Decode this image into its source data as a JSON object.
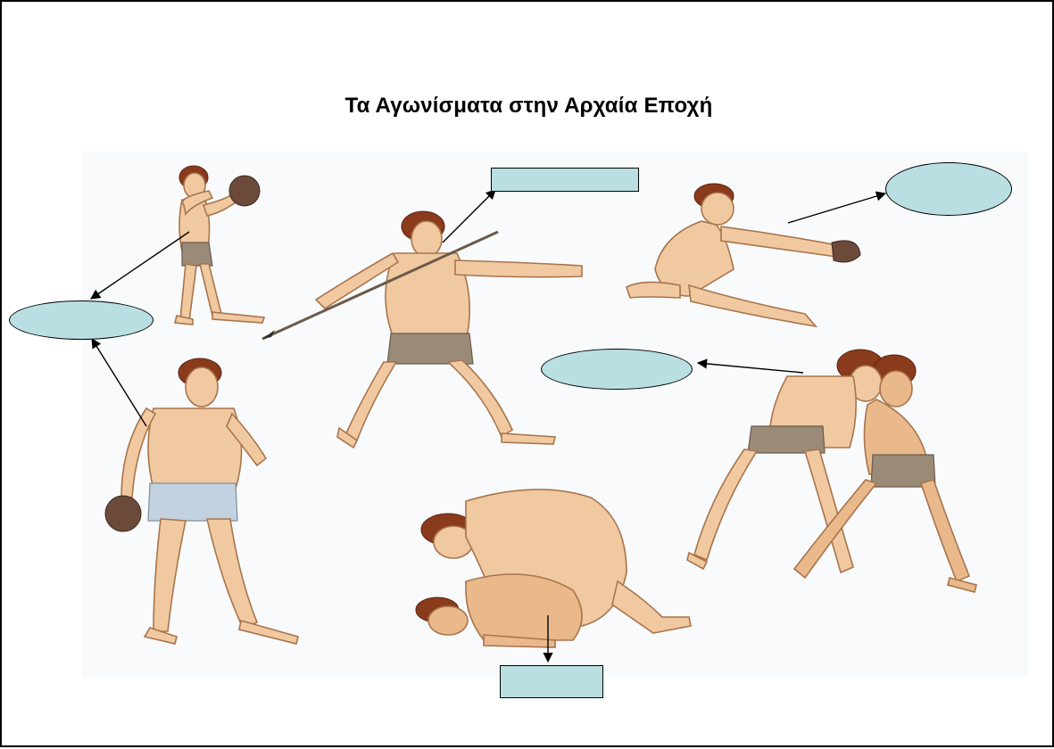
{
  "title": "Τα Αγωνίσματα στην Αρχαία Εποχή",
  "colors": {
    "blank_fill": "#b9dfe2",
    "border": "#000000"
  },
  "figures": [
    {
      "name": "athlete-holding-stone"
    },
    {
      "name": "javelin-thrower"
    },
    {
      "name": "long-jumper"
    },
    {
      "name": "athlete-with-jumping-weight"
    },
    {
      "name": "wrestlers-standing"
    },
    {
      "name": "wrestlers-ground"
    }
  ],
  "blanks": [
    {
      "name": "blank-top-rectangle",
      "shape": "rectangle",
      "text": ""
    },
    {
      "name": "blank-top-right-ellipse",
      "shape": "ellipse",
      "text": ""
    },
    {
      "name": "blank-left-ellipse",
      "shape": "ellipse",
      "text": ""
    },
    {
      "name": "blank-middle-ellipse",
      "shape": "ellipse",
      "text": ""
    },
    {
      "name": "blank-bottom-rectangle",
      "shape": "rectangle",
      "text": ""
    }
  ]
}
